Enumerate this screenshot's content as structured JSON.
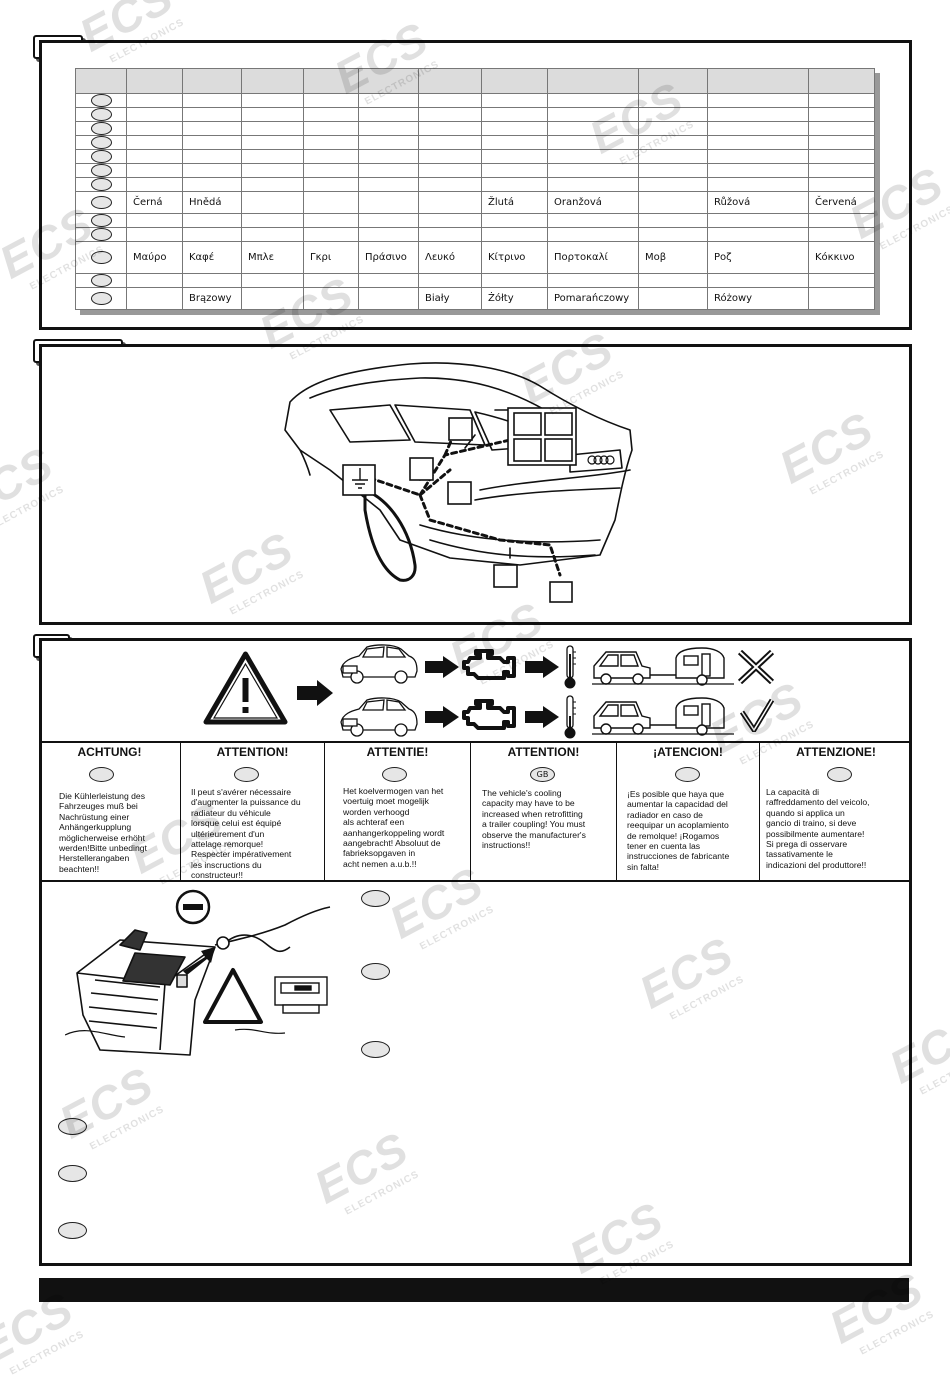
{
  "watermark": {
    "brand": "ECS",
    "sub": "ELECTRONICS"
  },
  "colour_table": {
    "headers": [
      "",
      "",
      "",
      "",
      "",
      "",
      "",
      "",
      "",
      "",
      ""
    ],
    "rows": [
      [
        "",
        "",
        "",
        "",
        "",
        "",
        "",
        "",
        "",
        ""
      ],
      [
        "",
        "",
        "",
        "",
        "",
        "",
        "",
        "",
        "",
        ""
      ],
      [
        "",
        "",
        "",
        "",
        "",
        "",
        "",
        "",
        "",
        ""
      ],
      [
        "",
        "",
        "",
        "",
        "",
        "",
        "",
        "",
        "",
        ""
      ],
      [
        "",
        "",
        "",
        "",
        "",
        "",
        "",
        "",
        "",
        ""
      ],
      [
        "",
        "",
        "",
        "",
        "",
        "",
        "",
        "",
        "",
        ""
      ],
      [
        "",
        "",
        "",
        "",
        "",
        "",
        "",
        "",
        "",
        ""
      ],
      [
        "Černá",
        "Hnědá",
        "",
        "",
        "",
        "",
        "Žlutá",
        "Oranžová",
        "",
        "Růžová",
        "Červená"
      ],
      [
        "",
        "",
        "",
        "",
        "",
        "",
        "",
        "",
        "",
        "",
        ""
      ],
      [
        "",
        "",
        "",
        "",
        "",
        "",
        "",
        "",
        "",
        "",
        ""
      ],
      [
        "Μαύρο",
        "Καφέ",
        "Μπλε",
        "Γκρι",
        "Πράσινο",
        "Λευκό",
        "Κίτρινο",
        "Πορτοκαλί",
        "Μοβ",
        "Ροζ",
        "Κόκκινο"
      ],
      [
        "",
        "",
        "",
        "",
        "",
        "",
        "",
        "",
        "",
        "",
        ""
      ],
      [
        "",
        "Brązowy",
        "",
        "",
        "",
        "Biały",
        "Żółty",
        "Pomarańczowy",
        "",
        "Różowy",
        ""
      ]
    ]
  },
  "warnings": [
    {
      "title": "ACHTUNG!",
      "badge": "",
      "text": "Die Kühlerleistung des\nFahrzeuges muß bei\nNachrüstung einer\nAnhängerkupplung\nmöglicherweise erhöht\nwerden!Bitte unbedingt\nHerstellerangaben\nbeachten!!"
    },
    {
      "title": "ATTENTION!",
      "badge": "",
      "text": "Il peut s'avérer nécessaire\nd'augmenter la puissance du\nradiateur du véhicule\nlorsque celui est équipé\nultérieurement d'un\nattelage remorque!\nRespecter impérativement\nles inscructions du\nconstructeur!!"
    },
    {
      "title": "ATTENTIE!",
      "badge": "",
      "text": "Het koelvermogen van het\nvoertuig moet mogelijk\nworden verhoogd\nals achteraf een\naanhangerkoppeling wordt\naangebracht! Absoluut de\nfabrieksopgaven in\nacht nemen a.u.b.!!"
    },
    {
      "title": "ATTENTION!",
      "badge": "GB",
      "text": "The vehicle's cooling\ncapacity may have to be\nincreased when retrofitting\na trailer coupling! You must\nobserve the manufacturer's\ninstructions!!"
    },
    {
      "title": "¡ATENCION!",
      "badge": "",
      "text": "¡Es posible que haya que\naumentar la capacidad del\nradiador en caso de\nreequipar un acoplamiento\nde remolque! ¡Rogamos\ntener en cuenta las\ninstrucciones de fabricante\nsin falta!"
    },
    {
      "title": "ATTENZIONE!",
      "badge": "",
      "text": "La capacità di\nraffreddamento del veicolo,\nquando si applica un\ngancio di traino, si deve\npossibilmente aumentare!\nSi prega di osservare\ntassativamente le\nindicazioni del produttore!!"
    }
  ],
  "icons": {
    "battery_terminal": "minus-icon",
    "warning": "warning-triangle-icon",
    "engine": "engine-icon",
    "thermometer": "thermometer-icon",
    "wrong": "cross-icon",
    "ok": "check-icon"
  }
}
